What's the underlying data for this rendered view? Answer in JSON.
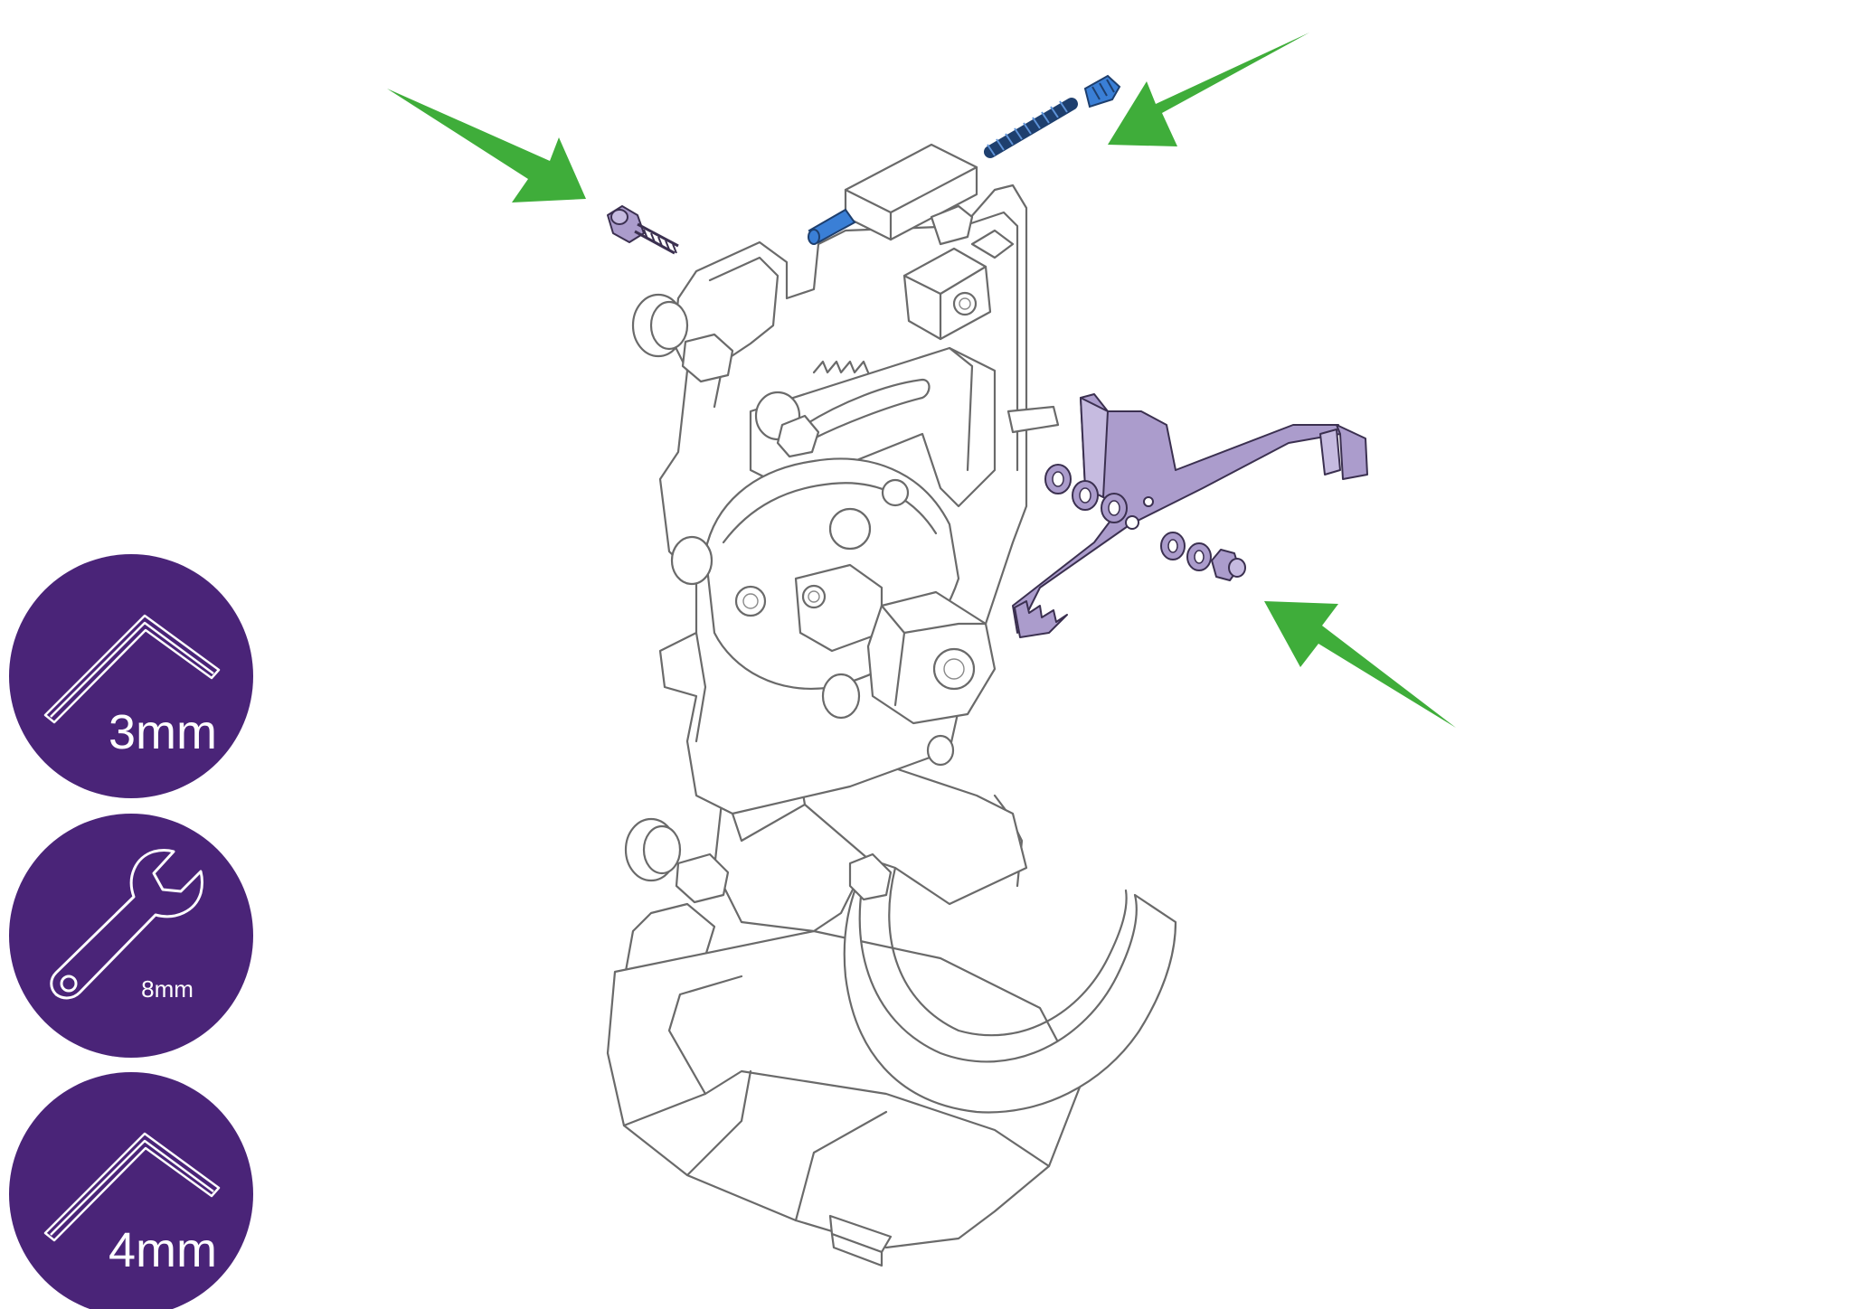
{
  "tools": [
    {
      "type": "allen-key",
      "label": "3mm",
      "icon": "allen-key-icon"
    },
    {
      "type": "wrench",
      "label": "8mm",
      "icon": "wrench-icon"
    },
    {
      "type": "allen-key",
      "label": "4mm",
      "icon": "allen-key-icon"
    }
  ],
  "colors": {
    "badge": "#4a2478",
    "arrow": "#3fad3a",
    "highlight_part": "#ab9ccc",
    "highlight_screw": "#3a7fd6",
    "outline": "#6a6a6a"
  }
}
